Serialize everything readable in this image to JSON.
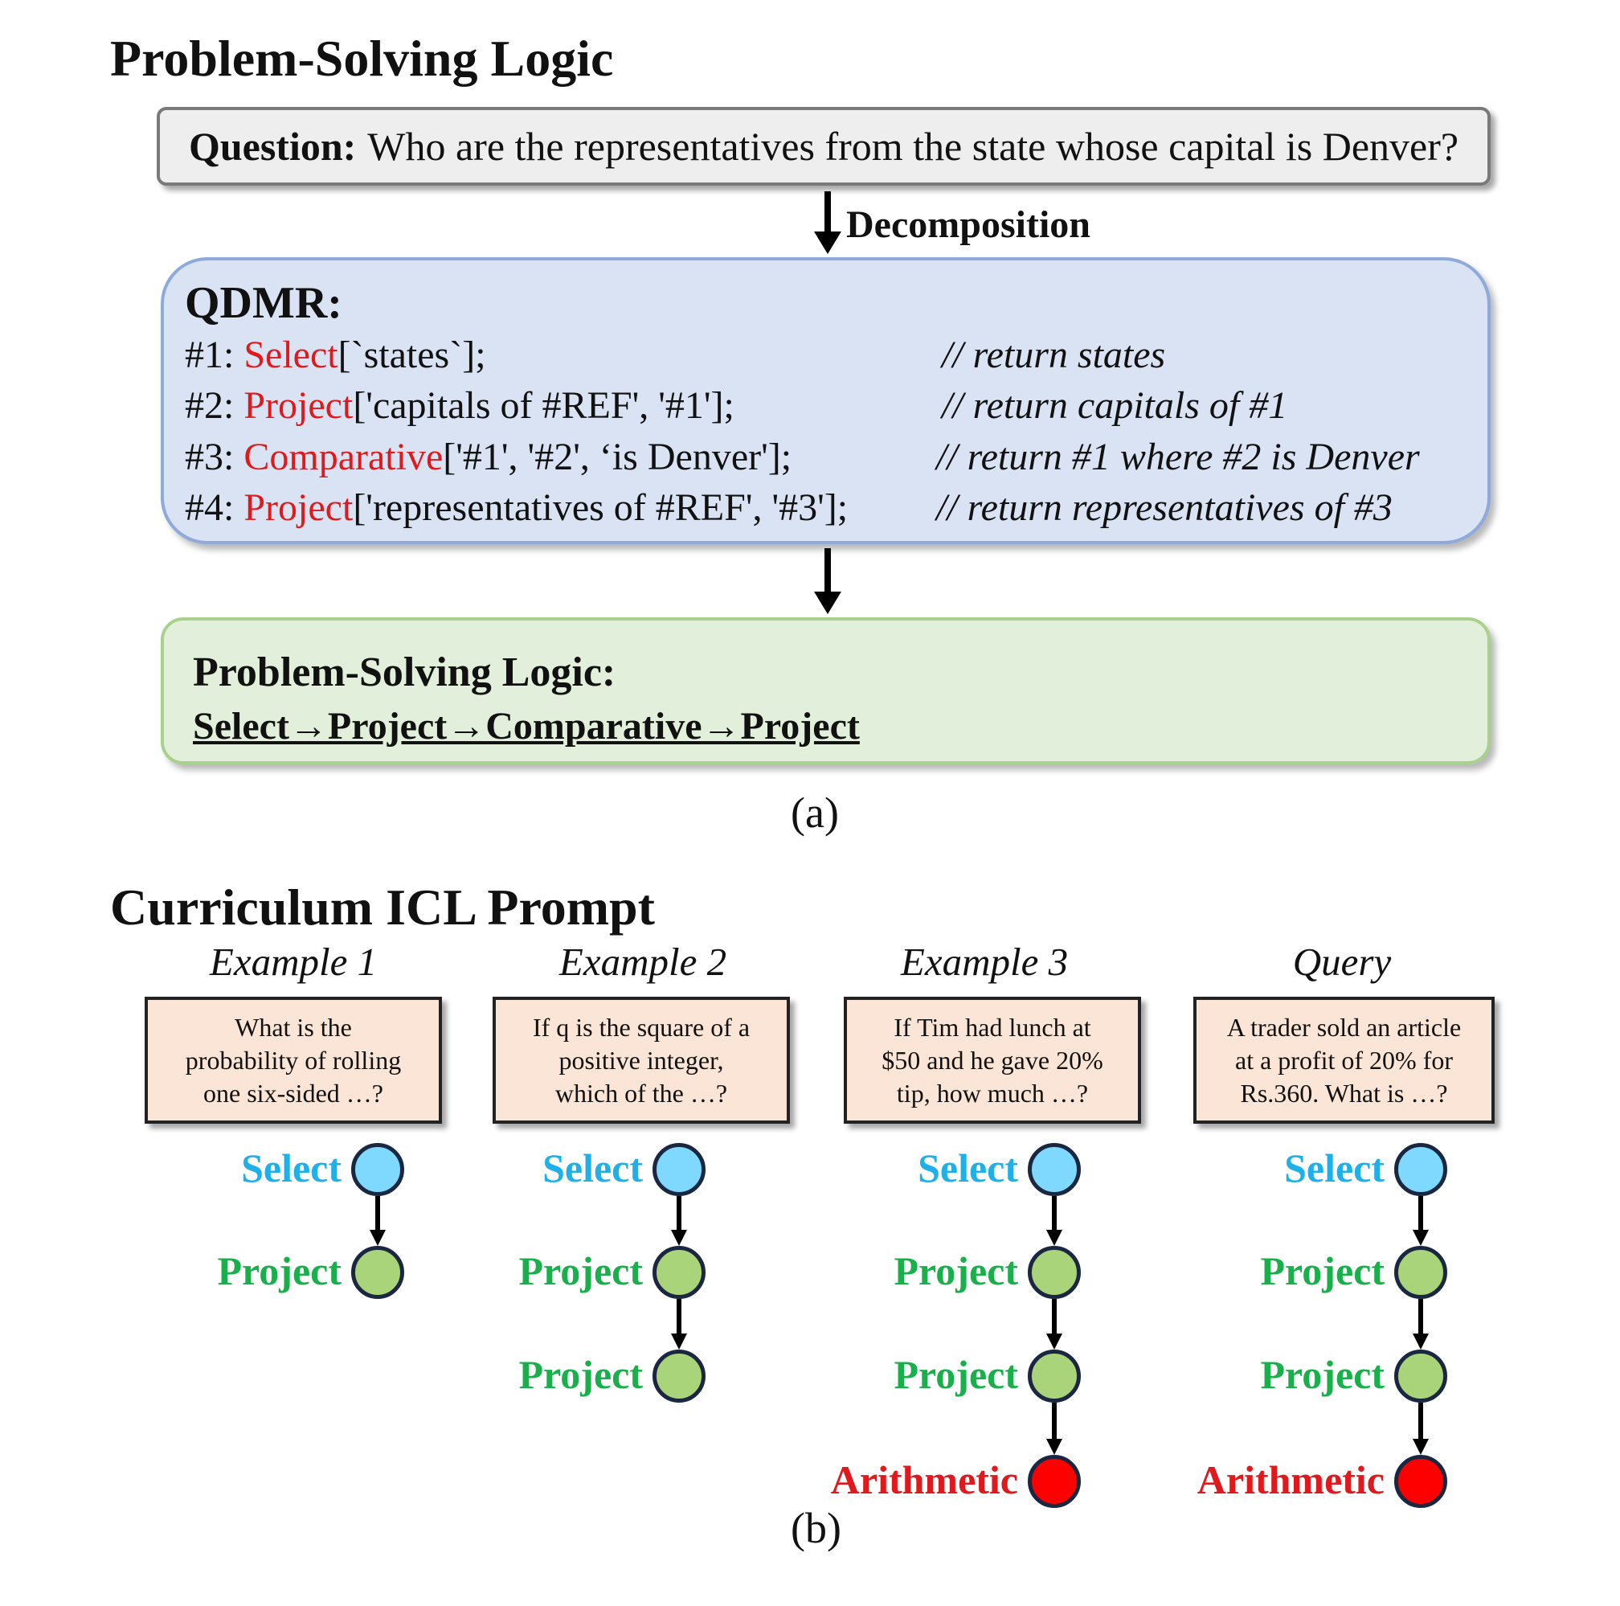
{
  "part_a": {
    "title": "Problem-Solving Logic",
    "question_label": "Question:",
    "question_text": "Who are the representatives from the state whose capital is Denver?",
    "arrow_label": "Decomposition",
    "qdmr_label": "QDMR:",
    "steps": [
      {
        "id": "#1:",
        "op": "Select",
        "args": "[`states`];",
        "comment": "// return states"
      },
      {
        "id": "#2:",
        "op": "Project",
        "args": "['capitals of #REF', '#1'];",
        "comment": "// return capitals of #1"
      },
      {
        "id": "#3:",
        "op": "Comparative",
        "args": "['#1', '#2', ‘is Denver'];",
        "comment": "// return #1 where #2 is Denver"
      },
      {
        "id": "#4:",
        "op": "Project",
        "args": "['representatives of #REF', '#3'];",
        "comment": "// return representatives of #3"
      }
    ],
    "logic_label": "Problem-Solving Logic:",
    "logic_chain": "Select→Project→Comparative→Project",
    "caption": "(a)"
  },
  "part_b": {
    "title": "Curriculum ICL Prompt",
    "caption": "(b)",
    "columns": [
      {
        "title": "Example 1",
        "text": [
          "What is the",
          "probability of rolling",
          "one six-sided …?"
        ],
        "nodes": [
          {
            "label": "Select",
            "kind": "select"
          },
          {
            "label": "Project",
            "kind": "project"
          }
        ]
      },
      {
        "title": "Example 2",
        "text": [
          "If q is the square of a",
          "positive integer,",
          "which of the …?"
        ],
        "nodes": [
          {
            "label": "Select",
            "kind": "select"
          },
          {
            "label": "Project",
            "kind": "project"
          },
          {
            "label": "Project",
            "kind": "project"
          }
        ]
      },
      {
        "title": "Example 3",
        "text": [
          "If Tim had lunch at",
          "$50 and he gave 20%",
          "tip, how much …?"
        ],
        "nodes": [
          {
            "label": "Select",
            "kind": "select"
          },
          {
            "label": "Project",
            "kind": "project"
          },
          {
            "label": "Project",
            "kind": "project"
          },
          {
            "label": "Arithmetic",
            "kind": "arithmetic"
          }
        ]
      },
      {
        "title": "Query",
        "text": [
          "A trader sold an article",
          "at a profit of 20% for",
          "Rs.360.   What is …?"
        ],
        "nodes": [
          {
            "label": "Select",
            "kind": "select"
          },
          {
            "label": "Project",
            "kind": "project"
          },
          {
            "label": "Project",
            "kind": "project"
          },
          {
            "label": "Arithmetic",
            "kind": "arithmetic"
          }
        ]
      }
    ]
  },
  "colors": {
    "select_fill": "#7fd9ff",
    "select_text": "#1fb0ea",
    "project_fill": "#a9d47a",
    "project_text": "#19b04b",
    "arithmetic_fill": "#ff0000",
    "arithmetic_text": "#e0191c",
    "op_text": "#e0191c"
  }
}
